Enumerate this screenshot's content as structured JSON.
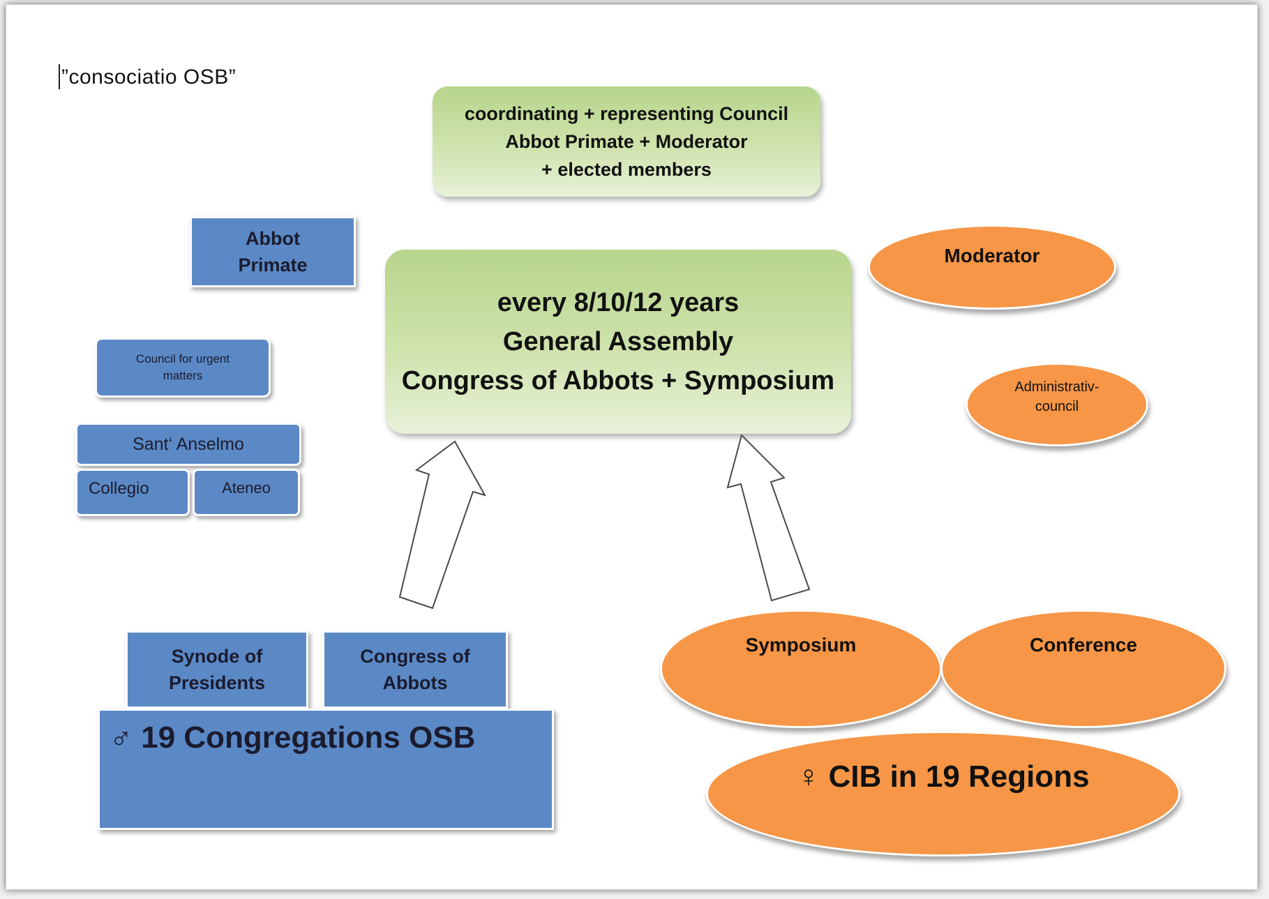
{
  "title": "”consociatio  OSB”",
  "council_box": {
    "lines": [
      "coordinating  + representing  Council",
      "Abbot Primate  + Moderator",
      "+ elected members"
    ]
  },
  "assembly_box": {
    "lines": [
      "every 8/10/12 years",
      "General Assembly",
      "Congress of Abbots + Symposium"
    ]
  },
  "abbot_primate": "Abbot Primate",
  "urgent_council": "Council for urgent matters",
  "sant_anselmo": "Sant‘ Anselmo",
  "collegio": "Collegio",
  "ateneo": "Ateneo",
  "synode": "Synode  of Presidents",
  "congress_abbots": "Congress  of Abbots",
  "congregations": "♂ 19 Congregations OSB",
  "moderator": "Moderator",
  "administrative_council": "Administrativ- council",
  "symposium": "Symposium",
  "conference": "Conference",
  "cib": "♀ CIB in 19 Regions",
  "colors": {
    "blue": "#5b89c6",
    "orange": "#f79646",
    "green_light": "#e7f1d8",
    "green_dark": "#b7d58b"
  },
  "icons": [
    "arrow-up-left-icon",
    "arrow-up-right-icon"
  ]
}
